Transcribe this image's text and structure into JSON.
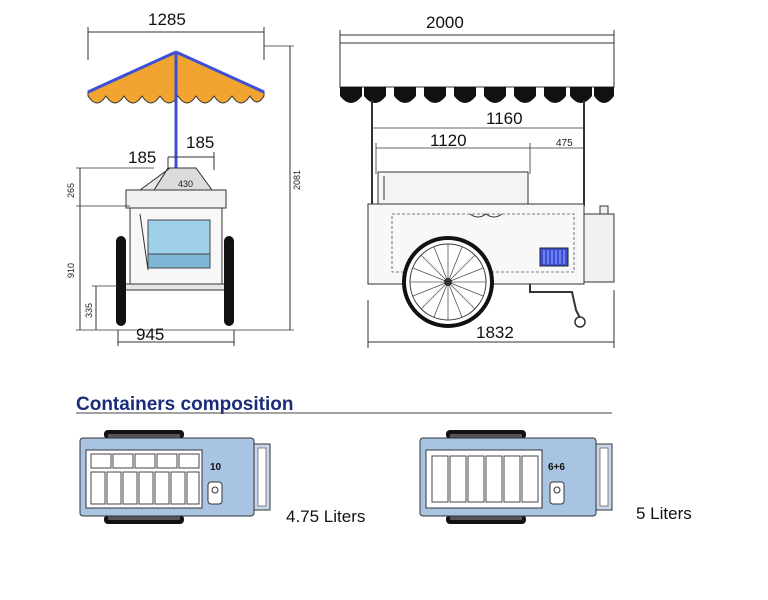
{
  "side_view": {
    "umbrella_width": "1285",
    "gap_a": "185",
    "gap_b": "185",
    "hood_height": "430",
    "top_height": "265",
    "total_height": "2081",
    "body_height": "910",
    "clearance": "335",
    "base_width": "945"
  },
  "front_view": {
    "canopy_width": "2000",
    "counter_width": "1160",
    "inner_width": "1120",
    "small_width": "475",
    "wheel_base": "1832"
  },
  "section": {
    "title": "Containers composition"
  },
  "configs": [
    {
      "tray_label": "10",
      "capacity": "4.75 Liters"
    },
    {
      "tray_label": "6+6",
      "capacity": "5 Liters"
    }
  ],
  "colors": {
    "umbrella": "#f2a431",
    "pole": "#3d4fd6",
    "container": "#9fd0ea",
    "tray": "#a9c3e2",
    "title": "#1b2d7a"
  }
}
